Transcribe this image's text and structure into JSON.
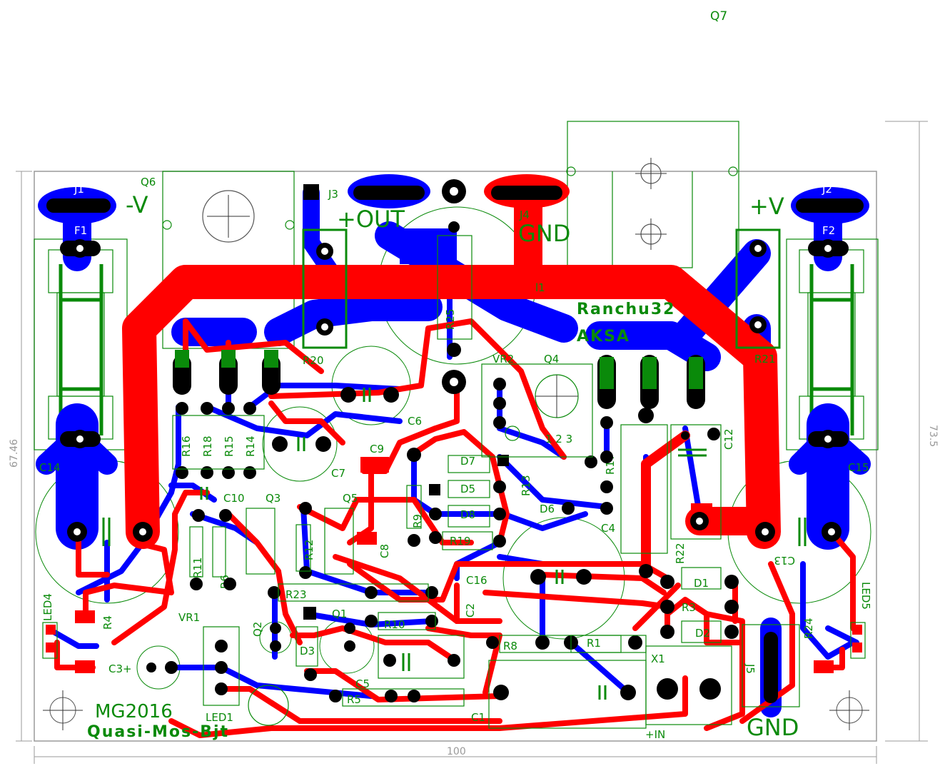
{
  "board": {
    "name": "MG2016",
    "topology": "Quasi-Mos-Bjt",
    "designer": "Ranchu32",
    "series": "AKSA"
  },
  "dimensions": {
    "width_label": "100",
    "height_left_label": "67.46",
    "height_right_label": "73.5"
  },
  "terminals": {
    "neg_v": "-V",
    "pos_v": "+V",
    "out": "+OUT",
    "gnd_top": "GND",
    "gnd_bottom": "GND",
    "in": "+IN"
  },
  "components": {
    "J1": "J1",
    "J2": "J2",
    "J3": "J3",
    "J4": "J4",
    "J5": "J5",
    "F1": "F1",
    "F2": "F2",
    "Q1": "Q1",
    "Q2": "Q2",
    "Q3": "Q3",
    "Q4": "Q4",
    "Q5": "Q5",
    "Q6": "Q6",
    "Q7": "Q7",
    "R1": "R1",
    "R3": "R3",
    "R4": "R4",
    "R5": "R5",
    "R6": "R6",
    "R8": "R8",
    "R9": "R9",
    "R10": "R10",
    "R11": "R11",
    "R12": "R12",
    "R13": "R13",
    "R14": "R14",
    "R15": "R15",
    "R16": "R16",
    "R17": "R17",
    "R18": "R18",
    "R19": "R19",
    "R20": "R20",
    "R21": "R21",
    "R22": "R22",
    "R23": "R23",
    "R24": "R24",
    "R25": "R25",
    "C1": "C1",
    "C2": "C2",
    "C3": "C3+",
    "C4": "C4",
    "C5": "C5",
    "C6": "C6",
    "C7": "C7",
    "C8": "C8",
    "C9": "C9",
    "C10": "C10",
    "C12": "C12",
    "C13": "C13",
    "C14": "C14",
    "C15": "C15",
    "C16": "C16",
    "D1": "D1",
    "D2": "D2",
    "D3": "D3",
    "D5": "D5",
    "D6": "D6",
    "D7": "D7",
    "D8": "D8",
    "LED1": "LED1",
    "LED4": "LED4",
    "LED5": "LED5",
    "VR1": "VR1",
    "VR2": "VR2",
    "X1": "X1",
    "L1": "l1",
    "pin_labels": "1 2 3"
  },
  "colors": {
    "top_copper": "#ff0000",
    "bottom_copper": "#0000ff",
    "silkscreen": "#0a8a0a",
    "outline": "#9a9a9a",
    "pad": "#000000"
  }
}
